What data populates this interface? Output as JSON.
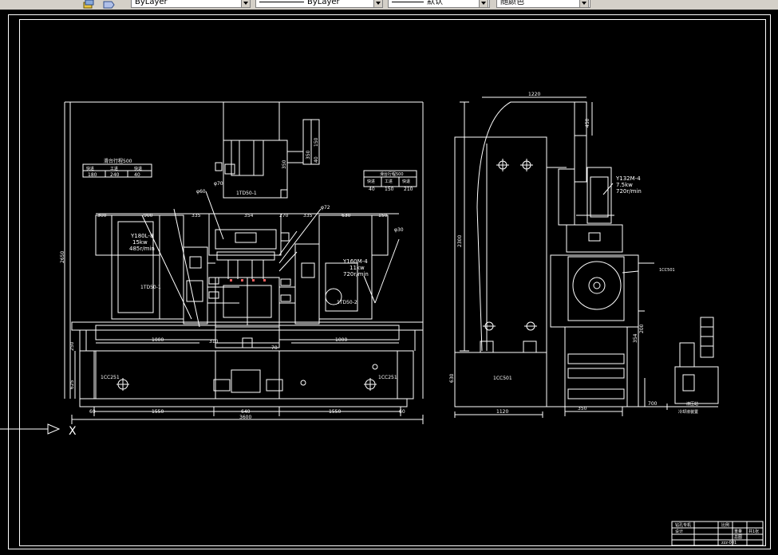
{
  "toolbar": {
    "layer_label": "ByLayer",
    "linetype_label": "ByLayer",
    "lineweight_label": "默认",
    "color_label": "随颜色"
  },
  "drawing": {
    "left_view": {
      "dim_width_total": "3600",
      "dim_1550_left": "1550",
      "dim_640": "640",
      "dim_1550_right": "1550",
      "dim_60_left": "60",
      "dim_60_right": "60",
      "dim_height": "2650",
      "dim_1000_left": "1000",
      "dim_1000_right": "1000",
      "dim_310": "310",
      "dim_300": "300",
      "dim_335_left": "335",
      "dim_335_right": "335",
      "dim_354": "354",
      "dim_630": "630",
      "dim_150": "150",
      "dim_900": "900",
      "dim_350_vert": "350",
      "dim_625": "625",
      "dim_250": "250",
      "dim_70": "70",
      "motor_left_model": "Y180L-8",
      "motor_left_power": "15kw",
      "motor_left_speed": "485r/min",
      "motor_right_model": "Y160M-4",
      "motor_right_power": "11kw",
      "motor_right_speed": "720r/min",
      "head_left_label": "1TD50-1",
      "head_right_label": "1TD50-2",
      "head_top_label": "1TD50-1",
      "base_left_label": "1CC251",
      "base_right_label": "1CC251",
      "top_table_head": "滑台行程500",
      "top_table_cols": [
        "快进",
        "工进",
        "快退"
      ],
      "top_table_vals": [
        "180",
        "240",
        "40"
      ],
      "right_table_head": "滑台行程500",
      "right_table_cols": [
        "快进",
        "工进",
        "快退"
      ],
      "right_table_vals": [
        "40",
        "150",
        "210"
      ],
      "vert_table_vals": [
        "350",
        "150",
        "40"
      ],
      "note_30": "φ30",
      "note_70": "φ70",
      "note_72": "φ72",
      "note_60": "φ60",
      "note_270": "270"
    },
    "right_view": {
      "dim_top_width": "1220",
      "dim_top_height": "450",
      "dim_height": "2300",
      "dim_base_width": "1120",
      "dim_base_h": "630",
      "dim_350": "350",
      "dim_700": "700",
      "dim_200": "200",
      "dim_354": "354",
      "motor_model": "Y132M-4",
      "motor_power": "7.5kw",
      "motor_speed": "720r/min",
      "base_label": "1CC501",
      "note_side": "1CC501",
      "note_small": "液压站",
      "note_bottom": "冷却液装置"
    },
    "axis": {
      "x_label": "X"
    },
    "title_block": {
      "row1": [
        "钻孔专机",
        "",
        "比例",
        "",
        ""
      ],
      "row2": [
        "设计",
        "",
        "",
        "重量",
        "共1张"
      ],
      "row3": [
        "",
        "",
        "",
        "总图",
        ""
      ],
      "code": "zzz-001"
    }
  }
}
